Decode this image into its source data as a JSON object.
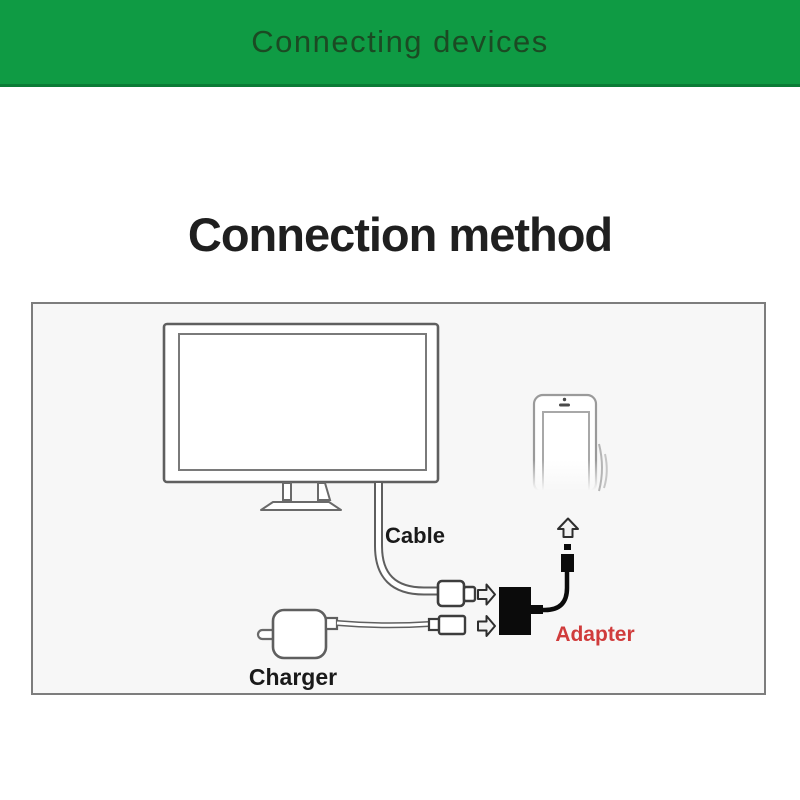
{
  "header": {
    "title": "Connecting devices",
    "bg_color": "#0f9b44",
    "edge_color": "#0b7c36",
    "text_color": "#1b4a23"
  },
  "page": {
    "title": "Connection method",
    "title_color": "#1f1f1f",
    "bg_color": "#ffffff"
  },
  "diagram": {
    "panel_bg": "#f7f7f7",
    "panel_border": "#7d7d7d",
    "line_color": "#5f5f5f",
    "device_fill": "#ffffff",
    "adapter_fill": "#0b0b0b",
    "labels": {
      "cable": "Cable",
      "charger": "Charger",
      "adapter": "Adapter"
    },
    "label_colors": {
      "cable": "#1a1a1a",
      "charger": "#1a1a1a",
      "adapter": "#d03c3c"
    },
    "icons": [
      "tv-monitor-icon",
      "hdmi-cable-icon",
      "hdmi-plug-icon",
      "arrow-right-icon",
      "charger-icon",
      "charger-cable-icon",
      "usb-plug-icon",
      "adapter-box-icon",
      "adapter-cable-icon",
      "lightning-connector-icon",
      "arrow-up-icon",
      "smartphone-icon",
      "motion-lines-icon"
    ]
  }
}
